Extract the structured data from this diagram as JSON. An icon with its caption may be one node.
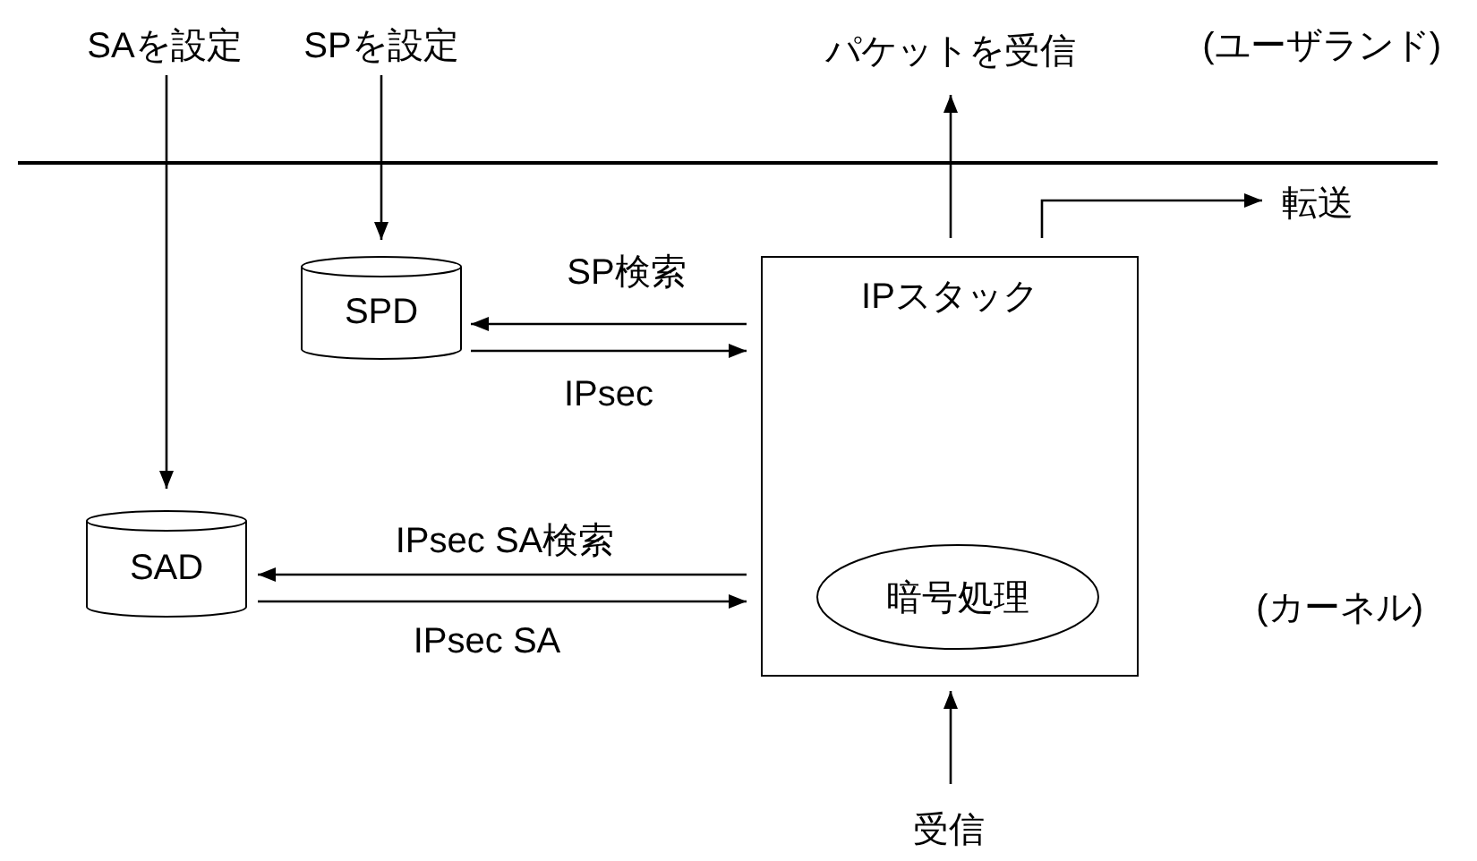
{
  "diagram": {
    "nodes": [
      {
        "text": [
          "SAを設定"
        ]
      },
      {
        "text": [
          "SPを設定"
        ]
      },
      {
        "text": [
          "パケットを受信"
        ]
      },
      {
        "text": [
          "転送"
        ]
      },
      {
        "text": [
          "SPD"
        ]
      },
      {
        "text": [
          "IPスタック"
        ]
      },
      {
        "text": [
          "暗号処理"
        ],
        "in": 5
      },
      {
        "text": [
          "SAD"
        ]
      },
      {
        "text": [
          "受信"
        ]
      }
    ],
    "edges": [
      {
        "from": 0,
        "to": 7,
        "arrow": "to"
      },
      {
        "from": 1,
        "to": 4,
        "arrow": "to"
      },
      {
        "from": 5,
        "to": 2,
        "arrow": "to"
      },
      {
        "from": 5,
        "to": 3,
        "arrow": "to"
      },
      {
        "from": 5,
        "to": 4,
        "label": "SP検索",
        "arrow": "to"
      },
      {
        "from": 4,
        "to": 5,
        "label": "IPsec",
        "arrow": "to"
      },
      {
        "from": 5,
        "to": 7,
        "label": "IPsec SA検索",
        "arrow": "to"
      },
      {
        "from": 7,
        "to": 5,
        "label": "IPsec SA",
        "arrow": "to"
      },
      {
        "from": 8,
        "to": 5,
        "arrow": "to"
      }
    ],
    "labels": [
      "(ユーザランド)",
      "(カーネル)"
    ]
  }
}
